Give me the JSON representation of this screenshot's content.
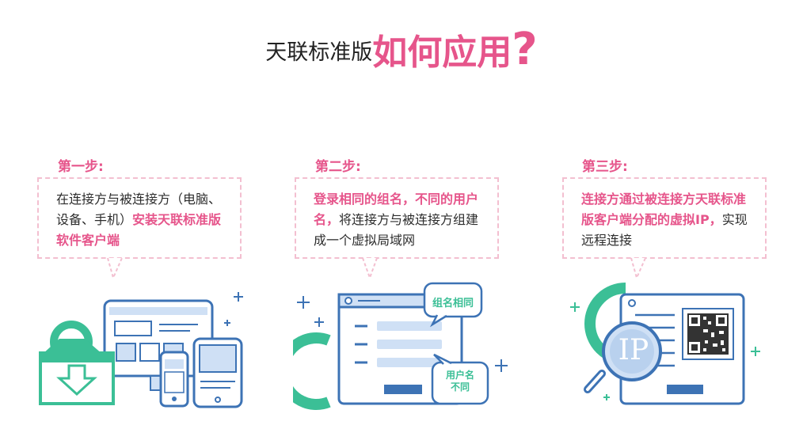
{
  "title": {
    "part1": "天联标准版",
    "part2": "如何应用",
    "part3": "?"
  },
  "colors": {
    "pink": "#e6558b",
    "dash": "#f3bfd0",
    "blue": "#3d73b5",
    "green": "#3bbf96",
    "text": "#2d2d2d"
  },
  "steps": [
    {
      "label": "第一步:",
      "text_a": "在连接方与被连接方（电脑、设备、手机）",
      "highlight": "安装天联标准版软件客户端",
      "icon": "download-box-devices"
    },
    {
      "label": "第二步:",
      "highlight": "登录相同的组名，不同的用户名，",
      "text_b": "将连接方与被连接方组建成一个虚拟局域网",
      "icon": "login-window",
      "bubble_group": "组名相同",
      "bubble_user_1": "用户名",
      "bubble_user_2": "不同"
    },
    {
      "label": "第三步:",
      "highlight": "连接方通过被连接方天联标准版客户端分配的虚拟IP，",
      "text_b": "实现远程连接",
      "icon": "ip-magnifier-qr",
      "ip_text": "IP"
    }
  ]
}
